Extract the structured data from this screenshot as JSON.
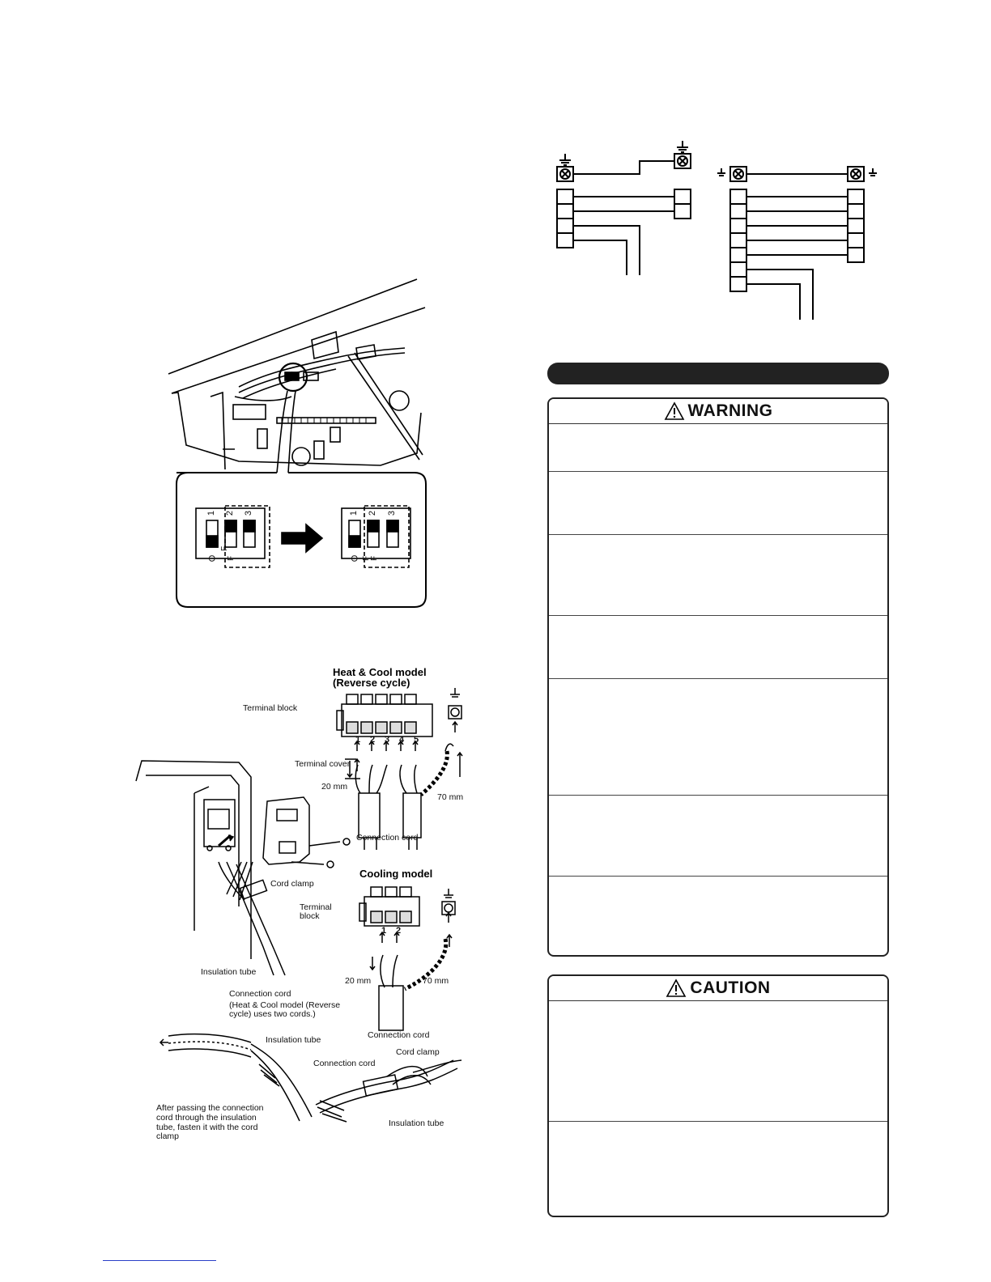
{
  "wiring": {
    "terminal_labels": [
      "1",
      "2",
      "3",
      "4",
      "5"
    ],
    "heat_cool_title": "Heat & Cool model",
    "heat_cool_subtitle": "(Reverse cycle)",
    "cooling_title": "Cooling model",
    "terminal_block": "Terminal block",
    "terminal_cover": "Terminal cover",
    "terminal_block_split_1": "Terminal",
    "terminal_block_split_2": "block",
    "connection_cord": "Connection cord",
    "cord_clamp": "Cord clamp",
    "insulation_tube": "Insulation tube",
    "connection_cord_note_1": "Connection cord",
    "connection_cord_note_2": "(Heat & Cool model (Reverse",
    "connection_cord_note_3": "cycle) uses two cords.)",
    "dim_20": "20 mm",
    "dim_70": "70 mm",
    "after_passing_1": "After passing the connection",
    "after_passing_2": "cord through the insulation",
    "after_passing_3": "tube, fasten it with the cord",
    "after_passing_4": "clamp"
  },
  "dip_switch": {
    "switch_numbers": [
      "1",
      "2",
      "3"
    ],
    "on_label": "O",
    "off_label": "F"
  },
  "warning_panel": {
    "title": "WARNING",
    "row_count": 7
  },
  "caution_panel": {
    "title": "CAUTION",
    "row_count": 2
  },
  "colors": {
    "dark": "#222222",
    "link": "#2a3fc8"
  }
}
